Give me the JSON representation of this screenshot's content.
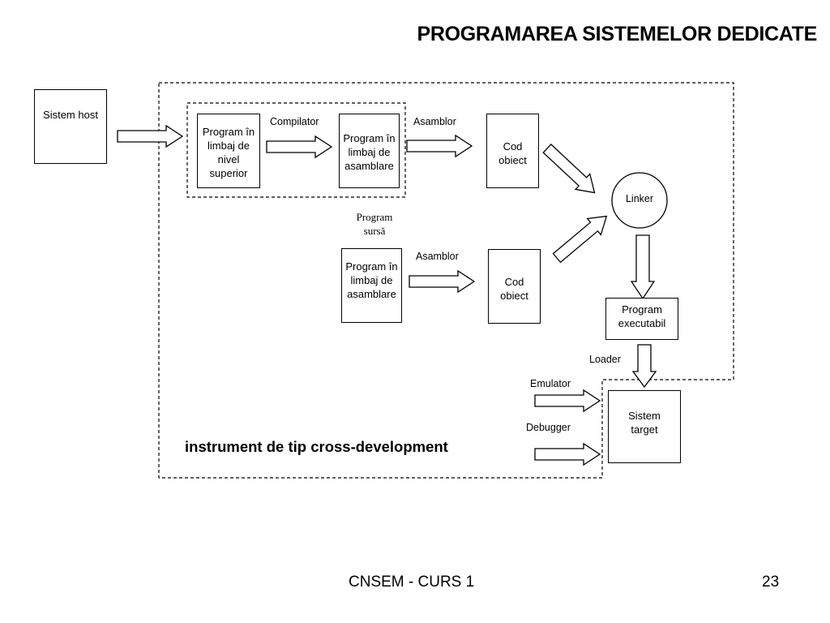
{
  "title": "PROGRAMAREA SISTEMELOR DEDICATE",
  "nodes": {
    "sistem_host": "Sistem host",
    "program_nivel_superior": [
      "Program în",
      "limbaj de",
      "nivel",
      "superior"
    ],
    "program_asamblare_top": [
      "Program în",
      "limbaj de",
      "asamblare"
    ],
    "cod_obiect_top": [
      "Cod",
      "obiect"
    ],
    "linker": "Linker",
    "program_asamblare_bottom": [
      "Program în",
      "limbaj de",
      "asamblare"
    ],
    "cod_obiect_bottom": [
      "Cod",
      "obiect"
    ],
    "program_executabil": [
      "Program",
      "executabil"
    ],
    "sistem_target": [
      "Sistem",
      "target"
    ]
  },
  "labels": {
    "compilator": "Compilator",
    "asamblor_top": "Asamblor",
    "asamblor_bottom": "Asamblor",
    "program_sursa": [
      "Program",
      "sursă"
    ],
    "loader": "Loader",
    "emulator": "Emulator",
    "debugger": "Debugger",
    "cross_development": "instrument de tip cross-development"
  },
  "footer": {
    "course": "CNSEM - CURS 1",
    "page_number": "23"
  }
}
